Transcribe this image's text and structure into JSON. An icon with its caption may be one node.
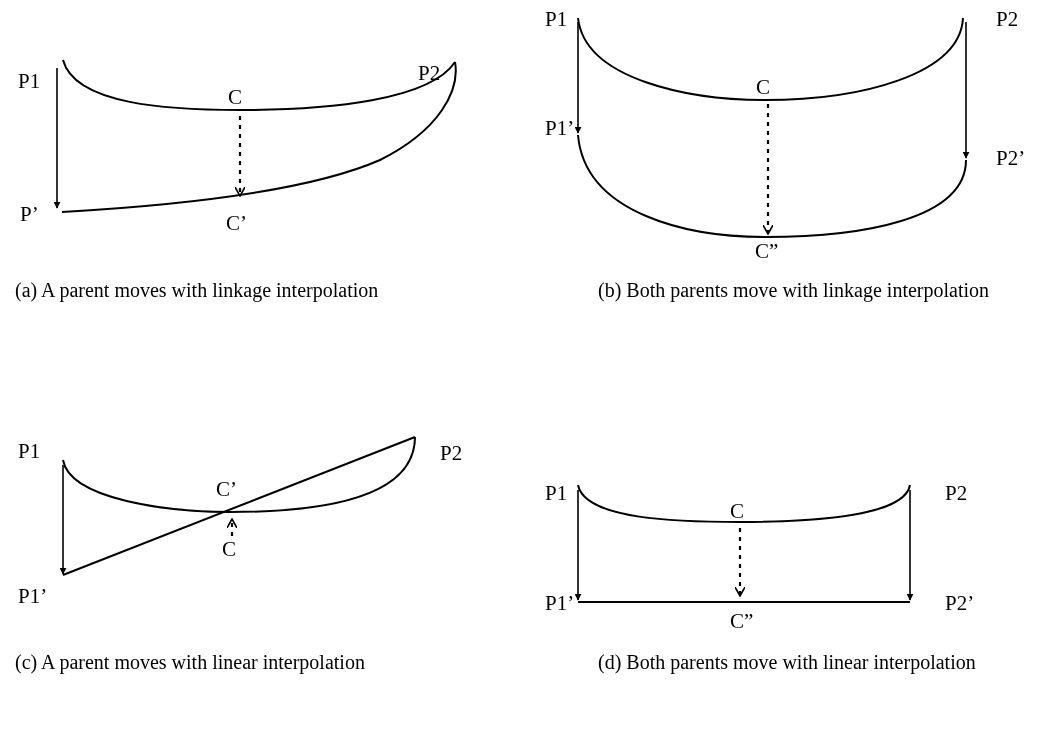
{
  "diagram": {
    "nodes": [
      {
        "text": [
          "P1"
        ]
      },
      {
        "text": [
          "P2"
        ]
      },
      {
        "text": [
          "C"
        ]
      },
      {
        "text": [
          "P’"
        ]
      },
      {
        "text": [
          "C’"
        ]
      },
      {
        "text": [
          "P1"
        ]
      },
      {
        "text": [
          "P2"
        ]
      },
      {
        "text": [
          "C"
        ]
      },
      {
        "text": [
          "P1’"
        ]
      },
      {
        "text": [
          "P2’"
        ]
      },
      {
        "text": [
          "C”"
        ]
      },
      {
        "text": [
          "P1"
        ]
      },
      {
        "text": [
          "P2"
        ]
      },
      {
        "text": [
          "C’"
        ]
      },
      {
        "text": [
          "C"
        ]
      },
      {
        "text": [
          "P1’"
        ]
      },
      {
        "text": [
          "P1"
        ]
      },
      {
        "text": [
          "P2"
        ]
      },
      {
        "text": [
          "C"
        ]
      },
      {
        "text": [
          "P1’"
        ]
      },
      {
        "text": [
          "P2’"
        ]
      },
      {
        "text": [
          "C”"
        ]
      }
    ],
    "edges": [
      {
        "from": 0,
        "to": 3,
        "arrow": "to"
      },
      {
        "from": 2,
        "to": 4,
        "arrow": "to",
        "style": "dashed"
      },
      {
        "from": 5,
        "to": 8,
        "arrow": "to"
      },
      {
        "from": 6,
        "to": 9,
        "arrow": "to"
      },
      {
        "from": 7,
        "to": 10,
        "arrow": "to",
        "style": "dashed"
      },
      {
        "from": 11,
        "to": 15,
        "arrow": "to"
      },
      {
        "from": 14,
        "to": 13,
        "arrow": "to",
        "style": "dashed"
      },
      {
        "from": 16,
        "to": 19,
        "arrow": "to"
      },
      {
        "from": 17,
        "to": 20,
        "arrow": "to"
      },
      {
        "from": 18,
        "to": 21,
        "arrow": "to",
        "style": "dashed"
      }
    ],
    "labels": [
      "(a) A parent moves with linkage interpolation",
      "(b) Both parents move with linkage interpolation",
      "(c) A parent moves with linear interpolation",
      "(d) Both parents move with linear interpolation"
    ]
  }
}
